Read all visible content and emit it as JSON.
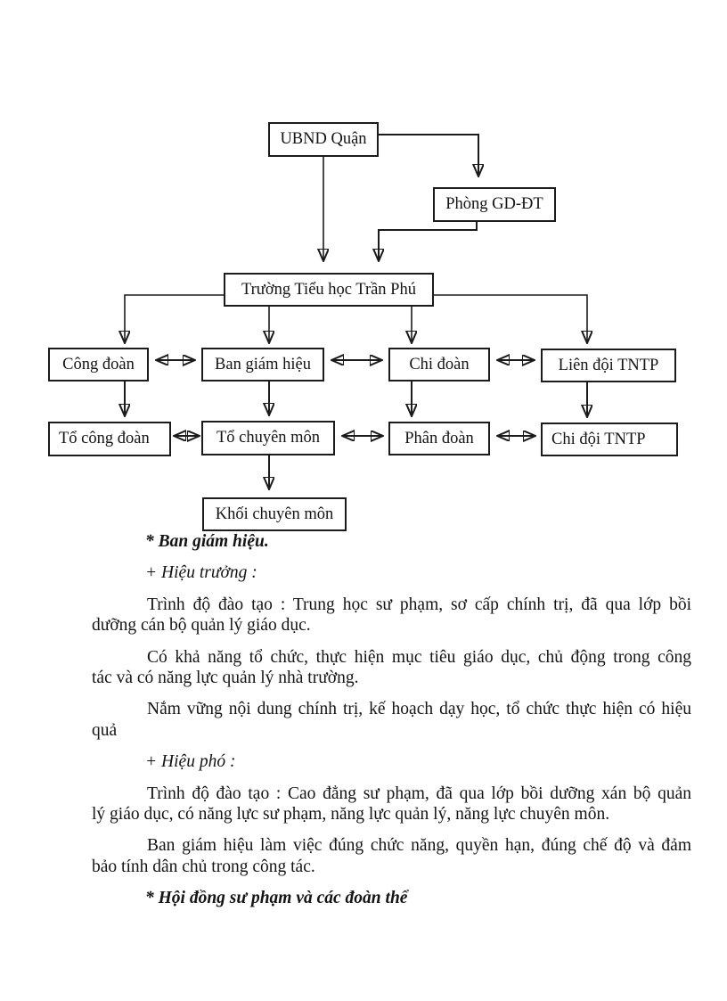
{
  "page": {
    "kind": "scanned document page",
    "background_color": "#ffffff",
    "ink_color": "#1b1b1b"
  },
  "org_chart": {
    "nodes": [
      {
        "id": "ubnd",
        "label": "UBND Quận"
      },
      {
        "id": "phong-gd-dt",
        "label": "Phòng GD-ĐT"
      },
      {
        "id": "truong",
        "label": "Trường Tiểu học Trần Phú"
      },
      {
        "id": "cong-doan",
        "label": "Công đoàn"
      },
      {
        "id": "ban-giam-hieu",
        "label": "Ban giám hiệu"
      },
      {
        "id": "chi-doan",
        "label": "Chi đoàn"
      },
      {
        "id": "lien-doi-tntp",
        "label": "Liên đội TNTP"
      },
      {
        "id": "to-cong-doan",
        "label": "Tổ công đoàn"
      },
      {
        "id": "to-chuyen-mon",
        "label": "Tổ chuyên môn"
      },
      {
        "id": "phan-doan",
        "label": "Phân đoàn"
      },
      {
        "id": "chi-doi-tntp",
        "label": "Chi đội TNTP"
      },
      {
        "id": "khoi-chuyen-mon",
        "label": "Khối chuyên môn"
      }
    ],
    "edges": [
      {
        "from": "ubnd",
        "to": "truong",
        "type": "arrow"
      },
      {
        "from": "ubnd",
        "to": "phong-gd-dt",
        "type": "arrow"
      },
      {
        "from": "phong-gd-dt",
        "to": "truong",
        "type": "arrow"
      },
      {
        "from": "truong",
        "to": "cong-doan",
        "type": "arrow"
      },
      {
        "from": "truong",
        "to": "ban-giam-hieu",
        "type": "arrow"
      },
      {
        "from": "truong",
        "to": "chi-doan",
        "type": "arrow"
      },
      {
        "from": "truong",
        "to": "lien-doi-tntp",
        "type": "arrow"
      },
      {
        "from": "cong-doan",
        "to": "to-cong-doan",
        "type": "arrow"
      },
      {
        "from": "ban-giam-hieu",
        "to": "to-chuyen-mon",
        "type": "arrow"
      },
      {
        "from": "chi-doan",
        "to": "phan-doan",
        "type": "arrow"
      },
      {
        "from": "lien-doi-tntp",
        "to": "chi-doi-tntp",
        "type": "arrow"
      },
      {
        "from": "to-chuyen-mon",
        "to": "khoi-chuyen-mon",
        "type": "arrow"
      },
      {
        "from": "cong-doan",
        "to": "ban-giam-hieu",
        "type": "double-arrow"
      },
      {
        "from": "ban-giam-hieu",
        "to": "chi-doan",
        "type": "double-arrow"
      },
      {
        "from": "chi-doan",
        "to": "lien-doi-tntp",
        "type": "double-arrow"
      },
      {
        "from": "to-cong-doan",
        "to": "to-chuyen-mon",
        "type": "double-arrow"
      },
      {
        "from": "to-chuyen-mon",
        "to": "phan-doan",
        "type": "double-arrow"
      },
      {
        "from": "phan-doan",
        "to": "chi-doi-tntp",
        "type": "double-arrow"
      }
    ]
  },
  "body": {
    "blocks": [
      {
        "style": "bold-italic",
        "lines": [
          "* Ban giám hiệu."
        ]
      },
      {
        "style": "italic",
        "lines": [
          "+ Hiệu trưởng :"
        ]
      },
      {
        "style": "body",
        "lines": [
          "Trình độ đào tạo : Trung học sư phạm, sơ cấp chính trị, đã qua lớp bồi",
          "dưỡng cán bộ quản lý giáo dục."
        ]
      },
      {
        "style": "body",
        "lines": [
          "Có khả năng tổ chức, thực hiện mục tiêu giáo dục, chủ động trong công",
          "tác và có năng lực quản lý nhà trường."
        ]
      },
      {
        "style": "body",
        "lines": [
          "Nắm vững nội dung chính trị, kế hoạch dạy học, tổ chức thực hiện có hiệu",
          "quả"
        ]
      },
      {
        "style": "italic",
        "lines": [
          "+ Hiệu phó :"
        ]
      },
      {
        "style": "body",
        "lines": [
          "Trình độ đào tạo : Cao đẳng sư phạm, đã qua lớp bồi dưỡng xán bộ quản",
          "lý giáo dục, có năng lực sư phạm, năng lực quản lý, năng lực chuyên môn."
        ]
      },
      {
        "style": "body",
        "lines": [
          "Ban giám hiệu làm việc đúng chức năng, quyền hạn, đúng chế độ và đảm",
          "bảo tính dân chủ trong công tác."
        ]
      },
      {
        "style": "bold-italic",
        "lines": [
          "* Hội đồng sư phạm và các đoàn thể"
        ]
      }
    ]
  }
}
